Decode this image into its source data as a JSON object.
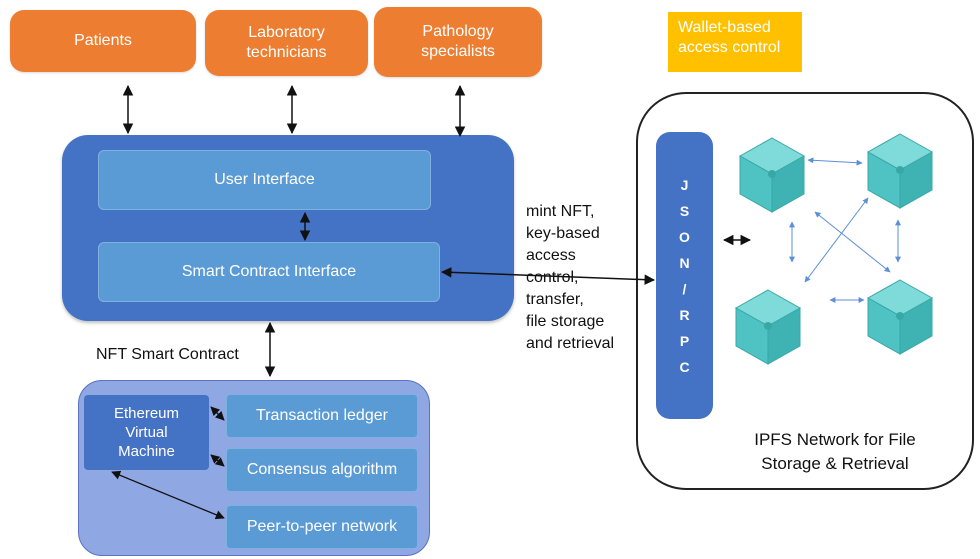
{
  "roles": [
    "Patients",
    "Laboratory\ntechnicians",
    "Pathology\nspecialists"
  ],
  "wallet_label": "Wallet-based\naccess control",
  "ui": {
    "user_interface": "User Interface",
    "smart_contract_interface": "Smart Contract Interface"
  },
  "nft_label": "NFT Smart Contract",
  "ethereum": {
    "evm": "Ethereum\nVirtual\nMachine",
    "components": [
      "Transaction ledger",
      "Consensus algorithm",
      "Peer-to-peer network"
    ]
  },
  "operations_label": "mint NFT,\nkey-based\naccess\ncontrol,\ntransfer,\nfile storage\nand retrieval",
  "json_rpc_letters": [
    "J",
    "S",
    "O",
    "N",
    "/",
    "R",
    "P",
    "C"
  ],
  "ipfs_label": "IPFS Network for File\nStorage & Retrieval",
  "colors": {
    "role_orange": "#ed7d31",
    "wallet_yellow": "#ffc000",
    "app_blue": "#4472c4",
    "inner_blue": "#5b9bd5",
    "ethereum_lavender": "#8fa7e3",
    "ipfs_teal": "#4fc3c3"
  },
  "icons": [
    "ipfs-node-cube-icon"
  ]
}
